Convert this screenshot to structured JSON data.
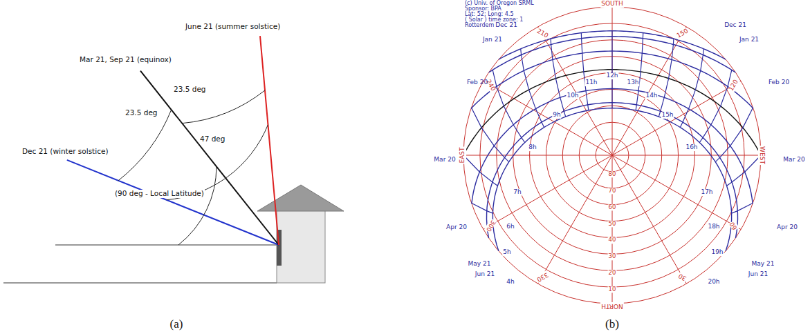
{
  "diagram": {
    "labels": [
      "June 21 (summer solstice)",
      "Mar 21, Sep 21 (equinox)",
      "23.5 deg",
      "23.5 deg",
      "47 deg",
      "Dec 21 (winter solstice)",
      "(90 deg - Local Latitude)",
      "(a)",
      "(c) Univ. of Oregon SRML",
      "Sponsor: BPA",
      "Lat: 52; Long: 4.5",
      "( Solar ) time zone: 1",
      "Rotterdem",
      "SOUTH",
      "EAST",
      "WEST",
      "NORTH",
      "150",
      "210",
      "120",
      "240",
      "60",
      "300",
      "30",
      "330",
      "Dec 21",
      "Dec 21",
      "Jan 21",
      "Jan 21",
      "Feb 20",
      "Feb 20",
      "Mar 20",
      "Mar 20",
      "Apr 20",
      "Apr 20",
      "May 21",
      "May 21",
      "Jun 21",
      "Jun 21",
      "4h",
      "5h",
      "6h",
      "7h",
      "8h",
      "9h",
      "10h",
      "11h",
      "12h",
      "13h",
      "14h",
      "15h",
      "16h",
      "17h",
      "18h",
      "19h",
      "20h",
      "80",
      "70",
      "60",
      "50",
      "40",
      "30",
      "20",
      "10",
      "(b)"
    ]
  }
}
